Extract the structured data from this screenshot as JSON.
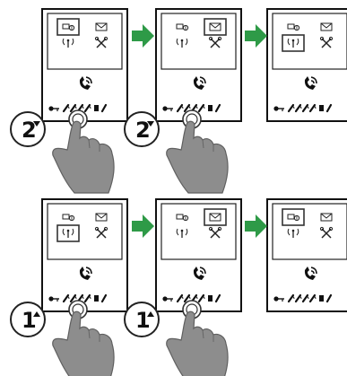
{
  "rows": [
    {
      "key": "2",
      "key_direction": "down",
      "panels": [
        {
          "selected": "memo",
          "hand": true
        },
        {
          "selected": "mail",
          "hand": true
        },
        {
          "selected": "antenna",
          "hand": false
        }
      ]
    },
    {
      "key": "1",
      "key_direction": "up",
      "panels": [
        {
          "selected": "antenna",
          "hand": true
        },
        {
          "selected": "mail",
          "hand": true
        },
        {
          "selected": "memo",
          "hand": false
        }
      ]
    }
  ],
  "arrow_color": "#2e9a47",
  "icons": [
    "memo-icon",
    "mail-icon",
    "antenna-icon",
    "tools-icon",
    "phone-icon",
    "key-icon",
    "handset-icon",
    "door-icon"
  ]
}
